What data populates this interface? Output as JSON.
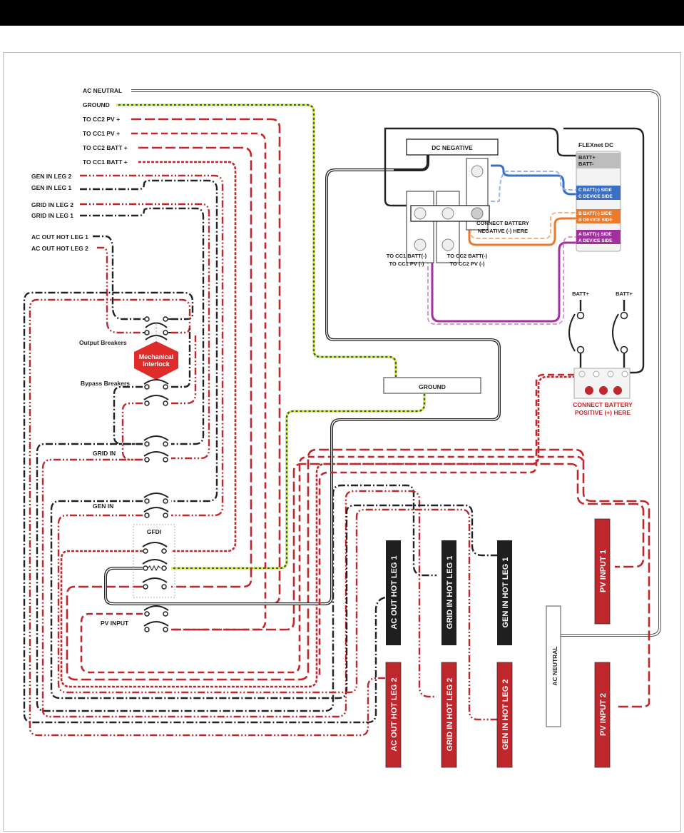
{
  "diagram": {
    "legend": {
      "ac_neutral": "AC NEUTRAL",
      "ground": "GROUND",
      "to_cc2_pv_plus": "TO CC2 PV +",
      "to_cc1_pv_plus": "TO CC1 PV +",
      "to_cc2_batt_plus": "TO CC2 BATT +",
      "to_cc1_batt_plus": "TO CC1 BATT +",
      "gen_in_leg_2": "GEN IN LEG 2",
      "gen_in_leg_1": "GEN IN LEG 1",
      "grid_in_leg_2": "GRID IN LEG 2",
      "grid_in_leg_1": "GRID IN LEG 1",
      "ac_out_hot_leg_1": "AC OUT HOT LEG 1",
      "ac_out_hot_leg_2": "AC OUT HOT LEG 2"
    },
    "breakers": {
      "output_breakers": "Output Breakers",
      "mechanical_interlock_line1": "Mechanical",
      "mechanical_interlock_line2": "Interlock",
      "bypass_breakers": "Bypass Breakers",
      "grid_in": "GRID IN",
      "gen_in": "GEN IN",
      "gfdi": "GFDI",
      "pv_input": "PV INPUT"
    },
    "dc_negative": {
      "title": "DC NEGATIVE",
      "connect_line1": "CONNECT BATTERY",
      "connect_line2": "NEGATIVE (-) HERE",
      "cc1_line1": "TO CC1 BATT(-)",
      "cc1_line2": "TO CC1 PV (-)",
      "cc2_line1": "TO CC2 BATT(-)",
      "cc2_line2": "TO CC2 PV (-)"
    },
    "flexnet": {
      "title": "FLEXnet DC",
      "batt_plus": "BATT+",
      "batt_minus": "BATT-",
      "c_batt": "C BATT(-) SIDE",
      "c_device": "C DEVICE SIDE",
      "b_batt": "B BATT(-) SIDE",
      "b_device": "B DEVICE SIDE",
      "a_batt": "A BATT(-) SIDE",
      "a_device": "A DEVICE SIDE",
      "colors": {
        "c": "#3b6fc4",
        "b": "#ec7a2c",
        "a": "#a0309c",
        "header": "#bdbdbd"
      }
    },
    "battery_positive": {
      "batt_plus_1": "BATT+",
      "batt_plus_2": "BATT+",
      "connect_line1": "CONNECT BATTERY",
      "connect_line2": "POSITIVE (+) HERE"
    },
    "ground_bar": "GROUND",
    "terminals": {
      "ac_out_hot_leg_1": "AC OUT HOT LEG 1",
      "grid_in_hot_leg_1": "GRID IN HOT LEG 1",
      "gen_in_hot_leg_1": "GEN IN HOT LEG 1",
      "ac_out_hot_leg_2": "AC OUT HOT LEG 2",
      "grid_in_hot_leg_2": "GRID IN HOT LEG 2",
      "gen_in_hot_leg_2": "GEN IN HOT LEG  2",
      "ac_neutral": "AC NEUTRAL",
      "pv_input_1": "PV INPUT 1",
      "pv_input_2": "PV INPUT 2"
    },
    "colors": {
      "red": "#c0272d",
      "black": "#222222",
      "interlock": "#e02b2b",
      "ground_green": "#2e6b1f",
      "ground_yellow": "#e7ea1c"
    }
  }
}
